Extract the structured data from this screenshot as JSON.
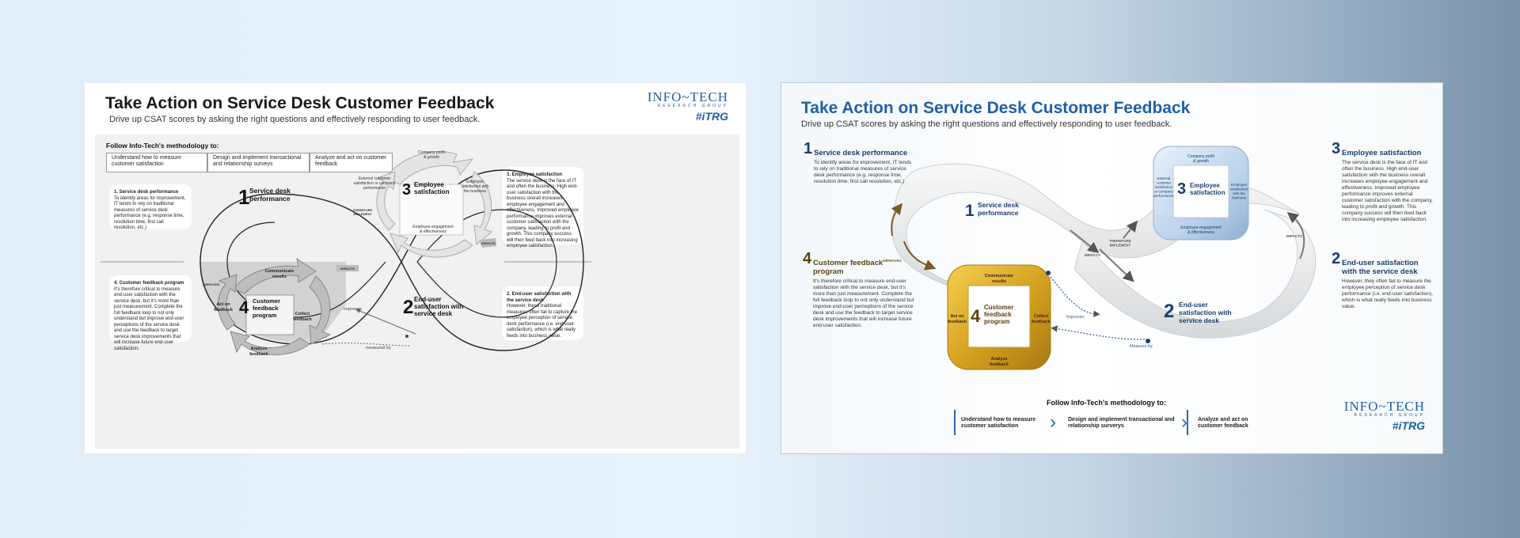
{
  "left_panel": {
    "title": "Take Action on Service Desk Customer Feedback",
    "subtitle": "Drive up CSAT scores by asking the right questions and effectively responding to user feedback.",
    "logo": {
      "main": "INFO~TECH",
      "sub": "RESEARCH GROUP",
      "trg": "#iTRG"
    },
    "methodology_title": "Follow Info-Tech's methodology to:",
    "methodology_steps": [
      "Understand how to measure customer satisfaction",
      "Design and implement transactional and relationship surveys",
      "Analyze and act on customer feedback"
    ],
    "cards": {
      "c1_title": "1. Service desk performance",
      "c1_body": "To identify areas for improvement, IT tends to rely on traditional measures of service desk performance (e.g. response time, resolution time, first call resolution, etc.)",
      "c4_title": "4. Customer feedback program",
      "c4_body": "It's therefore critical to measure end-user satisfaction with the service desk, but it's more than just measurement. Complete the full feedback loop to not only understand but improve end-user perceptions of the service desk and use the feedback to target service desk improvements that will increase future end-user satisfaction.",
      "c3_title": "3. Employee satisfaction",
      "c3_body": "The service desk is the face of IT and often the business. High end-user satisfaction with the business overall increases employee engagement and effectiveness. Improved employee performance improves external customer satisfaction with the company, leading to profit and growth. This company success will then feed back into increasing employee satisfaction.",
      "c2_title": "2. End-user satisfaction with the service desk",
      "c2_body": "However, these traditional measures often fail to capture the employee perception of service desk performance (i.e. end-user satisfaction), which is what really feeds into business value."
    },
    "diagram": {
      "n1": "1",
      "l1": "Service desk performance",
      "n2": "2",
      "l2": "End-user satisfaction with service desk",
      "n3": "3",
      "l3": "Employee satisfaction",
      "n4": "4",
      "l4": "Customer feedback program",
      "company_profit": "Company profit & growth",
      "external": "External customer satisfaction or company performance",
      "employee_sat_business": "Employee satisfaction with the business",
      "engagement": "Employee engagement & effectiveness",
      "therefore": "THEREFORE IMPLEMENT",
      "impacts": "IMPACTS",
      "impacts2": "IMPACTS",
      "improves_small": "IMPROVES",
      "communicate": "Communicate results",
      "act": "Act on feedback",
      "collect": "Collect feedback",
      "analyze": "Analyze feedback",
      "improves": "Improves",
      "measured_by": "measured by"
    }
  },
  "right_panel": {
    "title": "Take Action on Service Desk Customer Feedback",
    "subtitle": "Drive up CSAT scores by asking the right questions and effectively responding to user feedback.",
    "logo": {
      "main": "INFO~TECH",
      "sub": "RESEARCH GROUP",
      "trg": "#iTRG"
    },
    "s1_title": "Service desk performance",
    "s1_body": "To identify areas for improvement, IT tends to rely on traditional measures of service desk performance (e.g. response time, resolution time, first call resolution, etc.)",
    "s3_title": "Employee satisfaction",
    "s3_body": "The service desk is the face of IT and often the business. High end-user satisfaction with the business overall increases employee engagement and effectiveness. Improved employee performance improves external customer satisfaction with the company, leading to profit and growth. This company success will then feed back into increasing employee satisfaction.",
    "s4_title": "Customer feedback program",
    "s4_body": "It's therefore critical to measure end-user satisfaction with the service desk, but it's more than just measurement. Complete the full feedback loop to not only understand but improve end-user perceptions of the service desk and use the feedback to target service desk improvements that will increase future end-user satisfaction.",
    "s2_title": "End-user satisfaction with the service desk",
    "s2_body": "However, they often fail to measure the employee perception of service desk performance (i.e. end-user satisfaction), which is what really feeds into business value.",
    "diagram": {
      "l1": "Service desk performance",
      "l2": "End-user satisfaction with service desk",
      "l3": "Employee satisfaction",
      "l4": "Customer feedback program",
      "company_profit": "Company profit & growth",
      "external": "External customer satisfaction or company performance",
      "employee_sat_business": "Employee satisfaction with the business",
      "engagement": "Employee engagement & effectiveness",
      "therefore": "THEREFORE IMPLEMENT",
      "impacts_a": "IMPACTS",
      "impacts_b": "IMPACTS",
      "improves_cap": "IMPROVES",
      "communicate": "Communicate results",
      "act": "Act on feedback",
      "collect": "Collect feedback",
      "analyze": "Analyze feedback",
      "improves": "Improves",
      "measure_by": "Measure by"
    },
    "methodology_title": "Follow Info-Tech's methodology to:",
    "methodology_steps": [
      "Understand how to measure customer satisfaction",
      "Design and implement transactional and relationship surverys",
      "Analyze and act on customer feedback"
    ]
  }
}
